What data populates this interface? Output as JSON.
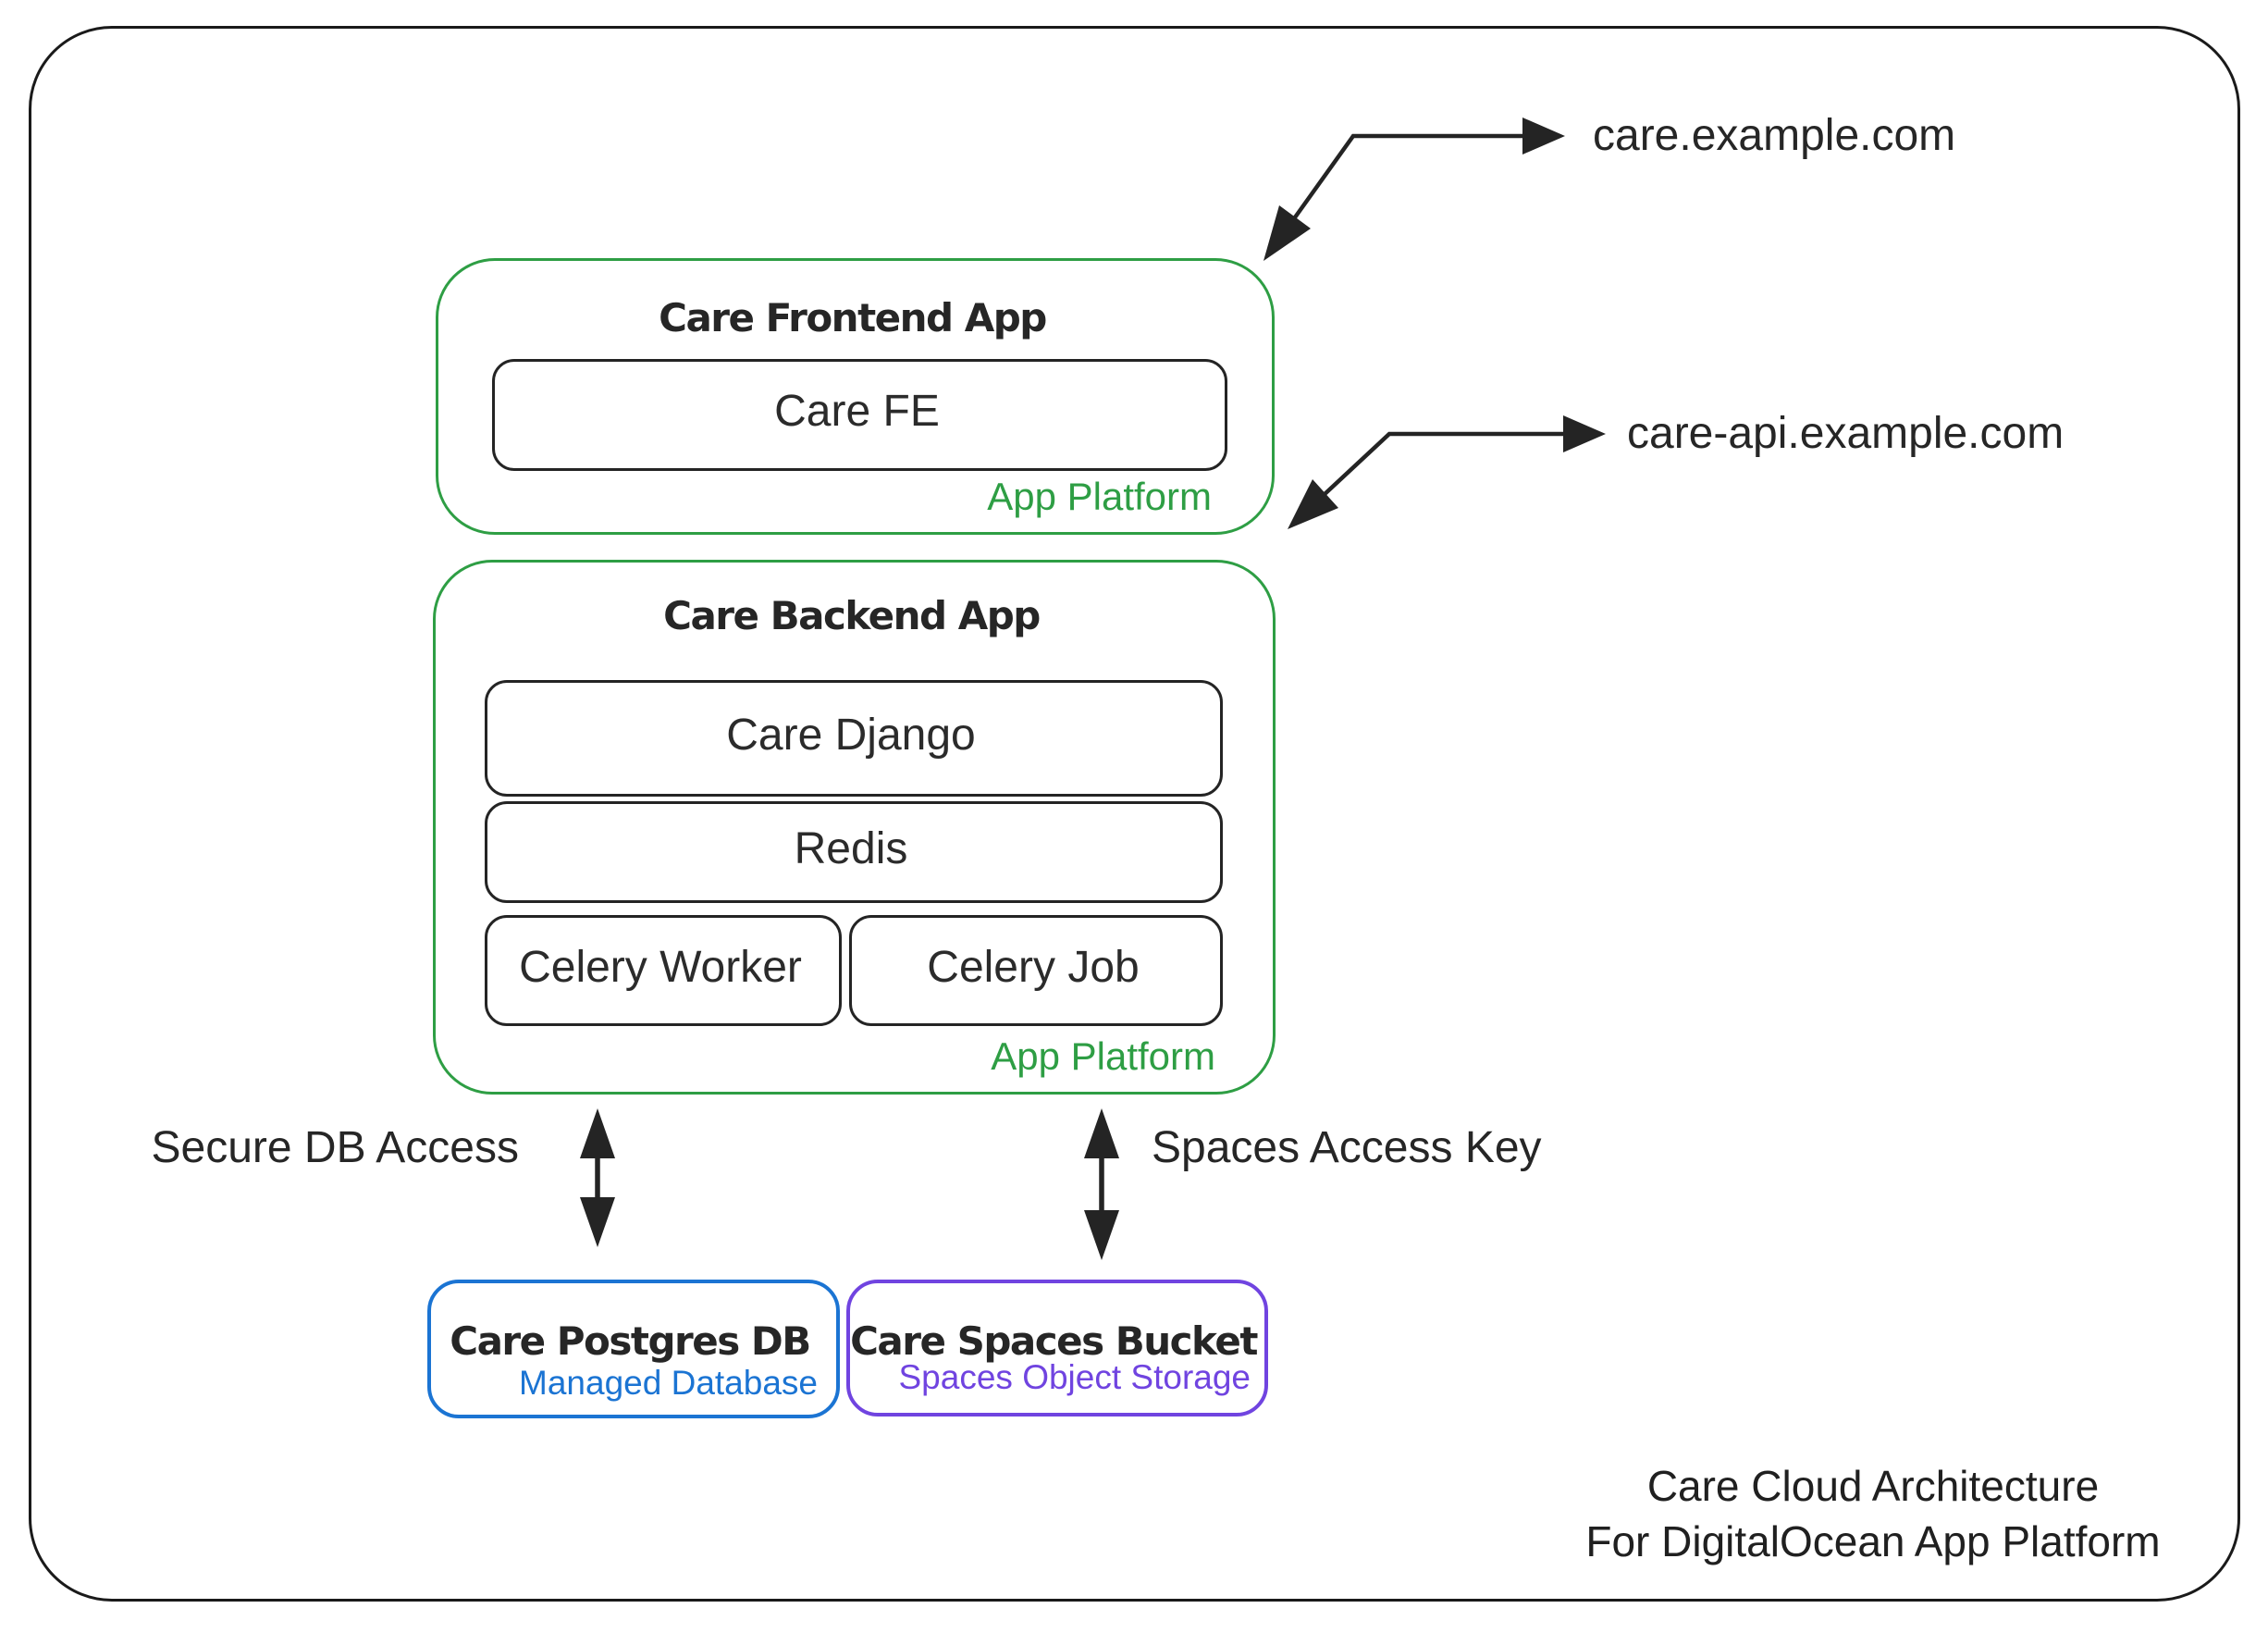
{
  "colors": {
    "green": "#2e9e44",
    "blue": "#1b74d3",
    "purple": "#7044e0",
    "ink": "#242424"
  },
  "frontend_app": {
    "title": "Care Frontend App",
    "component": "Care FE",
    "platform_label": "App Platform",
    "domain": "care.example.com"
  },
  "backend_app": {
    "title": "Care Backend App",
    "components": [
      "Care Django",
      "Redis",
      "Celery Worker",
      "Celery Job"
    ],
    "platform_label": "App Platform",
    "domain": "care-api.example.com"
  },
  "links": {
    "db": "Secure DB Access",
    "spaces": "Spaces Access Key"
  },
  "postgres": {
    "title": "Care Postgres DB",
    "subtitle": "Managed Database"
  },
  "spaces_bucket": {
    "title": "Care Spaces Bucket",
    "subtitle": "Spaces Object Storage"
  },
  "caption": {
    "line1": "Care Cloud Architecture",
    "line2": "For DigitalOcean App Platform"
  }
}
